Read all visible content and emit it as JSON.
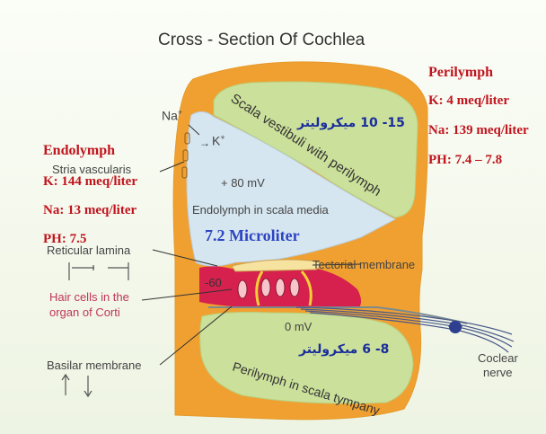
{
  "title": "Cross - Section Of Cochlea",
  "perilymph": {
    "heading": "Perilymph",
    "k": "K: 4 meq/liter",
    "na": "Na: 139 meq/liter",
    "ph": "PH: 7.4 – 7.8"
  },
  "endolymph": {
    "heading": "Endolymph",
    "k": "K: 144 meq/liter",
    "na": "Na: 13 meq/liter",
    "ph": "PH: 7.5"
  },
  "volumes": {
    "vestibuli": "15- 10 ميكروليتر",
    "media": "7.2 Microliter",
    "tympani": "8- 6 ميكروليتر"
  },
  "labels": {
    "na_ion": "Na",
    "na_sup": "+",
    "k_ion": "K",
    "k_sup": "+",
    "stria": "Stria vascularis",
    "plus80": "+ 80 mV",
    "endolymph_media": "Endolymph in scala media",
    "reticular": "Reticular lamina",
    "tectorial": "Tectorial membrane",
    "minus60": "-60",
    "hair_cells_1": "Hair cells in the",
    "hair_cells_2": "organ of Corti",
    "zero_mv": "0 mV",
    "basilar": "Basilar membrane",
    "cochlear_1": "Coclear",
    "cochlear_2": "nerve",
    "scala_vestibuli": "Scala vestibuli with perilymph",
    "scala_tympani": "Perilymph in scala tympany"
  },
  "colors": {
    "bone": "#f0a030",
    "perilymph": "#cbe09a",
    "endolymph": "#d6e6f0",
    "organ": "#d6204e",
    "red_text": "#c0141e",
    "blue_text": "#2d45c2"
  }
}
